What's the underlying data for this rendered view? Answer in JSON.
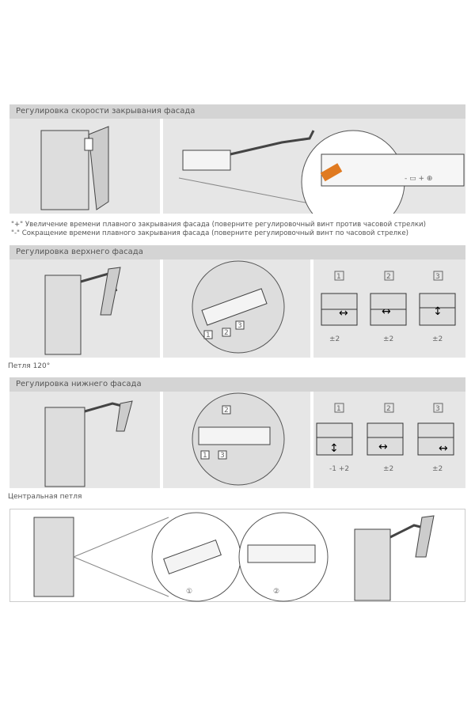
{
  "sections": [
    {
      "title": "Регулировка скорости закрывания фасада"
    },
    {
      "title": "Регулировка верхнего фасада"
    },
    {
      "title": "Регулировка нижнего фасада"
    }
  ],
  "notes": [
    "\"+\" Увеличение времени плавного закрывания фасада (поверните регулировочный винт против часовой стрелки)",
    "\"-\" Сокращение времени плавного закрывания фасада (поверните регулировочный винт по часовой стрелке)"
  ],
  "labels": {
    "hinge120": "Петля 120°",
    "central": "Центральная петля"
  },
  "upper": {
    "steps": [
      "1",
      "2",
      "3"
    ],
    "tolerances": [
      "±2",
      "±2",
      "±2"
    ]
  },
  "lower": {
    "steps": [
      "1",
      "2",
      "3"
    ],
    "tolerances": [
      "-1 +2",
      "±2",
      "±2"
    ]
  },
  "detail": {
    "markers": [
      "①",
      "②"
    ]
  }
}
